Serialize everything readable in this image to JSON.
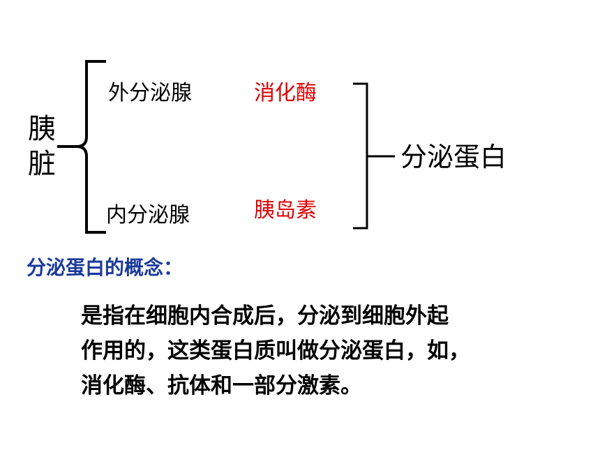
{
  "organ": {
    "line1": "胰",
    "line2": "脏"
  },
  "branches": [
    {
      "gland": "外分泌腺",
      "product": "消化酶"
    },
    {
      "gland": "内分泌腺",
      "product": "胰岛素"
    }
  ],
  "result": "分泌蛋白",
  "definition": {
    "heading": "分泌蛋白的概念：",
    "lines": [
      "是指在细胞内合成后，分泌到细胞外起",
      "作用的，这类蛋白质叫做分泌蛋白，如，",
      "消化酶、抗体和一部分激素。"
    ]
  },
  "colors": {
    "product": "#e00000",
    "heading": "#1a3a9a"
  }
}
